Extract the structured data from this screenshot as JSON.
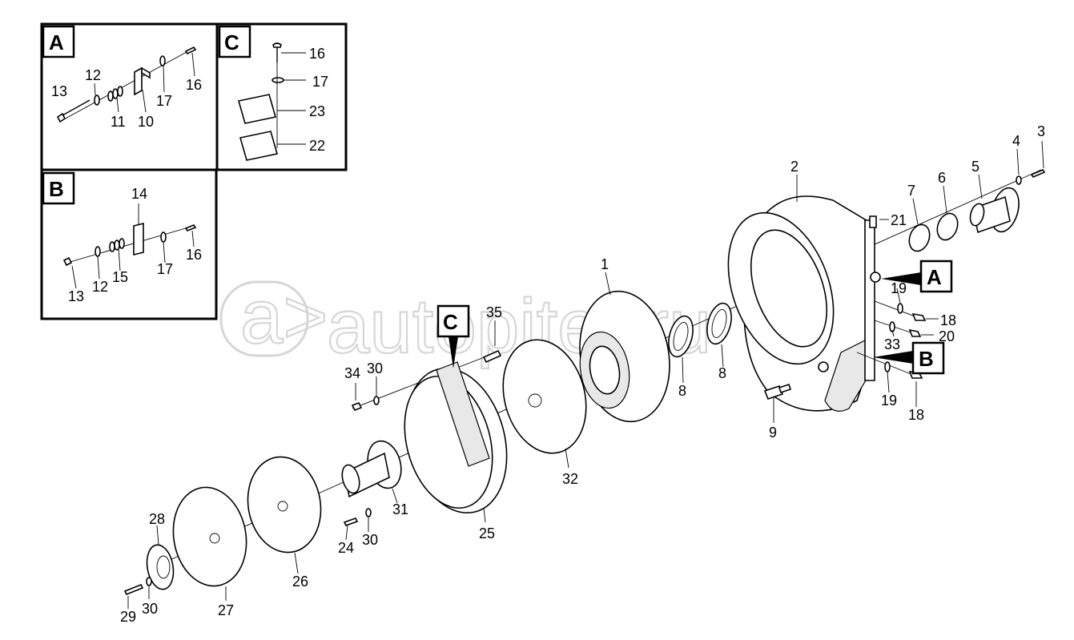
{
  "watermark": "autopiter.ru",
  "callout_boxes": {
    "A": "A",
    "B": "B",
    "C": "C"
  },
  "labels": {
    "inset_A": {
      "l13": "13",
      "l12": "12",
      "l11": "11",
      "l10": "10",
      "l17": "17",
      "l16": "16"
    },
    "inset_B": {
      "l14": "14",
      "l13": "13",
      "l12": "12",
      "l15": "15",
      "l17": "17",
      "l16": "16"
    },
    "inset_C": {
      "l16": "16",
      "l17": "17",
      "l23": "23",
      "l22": "22"
    },
    "main": {
      "l1": "1",
      "l2": "2",
      "l3": "3",
      "l4": "4",
      "l5": "5",
      "l6": "6",
      "l7": "7",
      "l8a": "8",
      "l8b": "8",
      "l9": "9",
      "l18a": "18",
      "l18b": "18",
      "l19a": "19",
      "l19b": "19",
      "l20": "20",
      "l21": "21",
      "l24": "24",
      "l25": "25",
      "l26": "26",
      "l27": "27",
      "l28": "28",
      "l29": "29",
      "l30a": "30",
      "l30b": "30",
      "l30c": "30",
      "l31": "31",
      "l32": "32",
      "l33": "33",
      "l34": "34",
      "l35": "35"
    }
  }
}
